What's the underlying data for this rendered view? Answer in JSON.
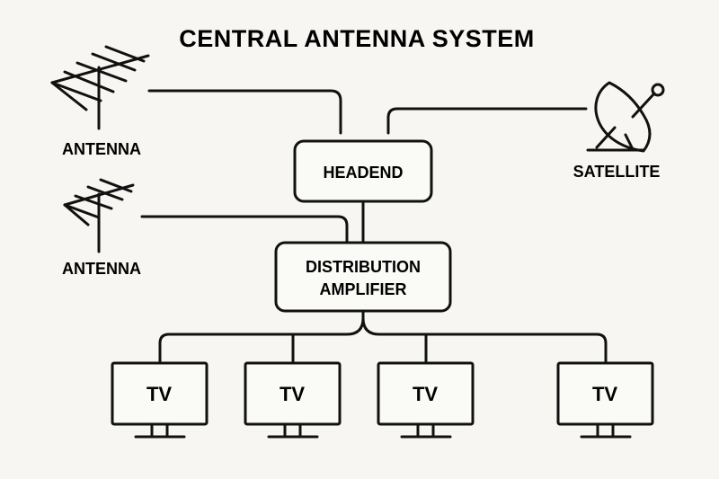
{
  "title": "CENTRAL ANTENNA SYSTEM",
  "sources": {
    "antenna_top": {
      "label": "ANTENNA"
    },
    "antenna_bottom": {
      "label": "ANTENNA"
    },
    "satellite": {
      "label": "SATELLITE"
    }
  },
  "nodes": {
    "headend": {
      "label": "HEADEND"
    },
    "amplifier": {
      "line1": "DISTRIBUTION",
      "line2": "AMPLIFIER"
    }
  },
  "tvs": [
    {
      "label": "TV"
    },
    {
      "label": "TV"
    },
    {
      "label": "TV"
    },
    {
      "label": "TV"
    }
  ]
}
